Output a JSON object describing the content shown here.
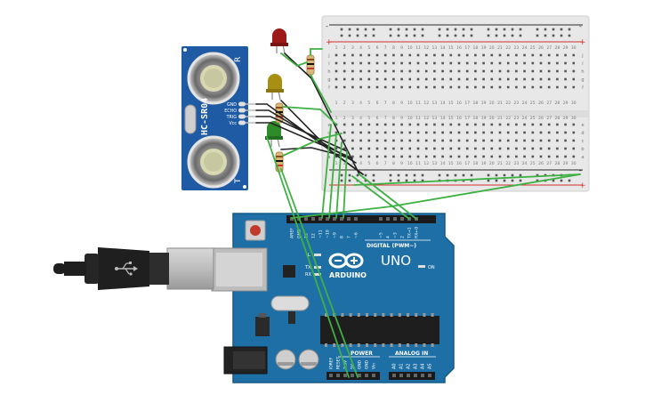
{
  "colors": {
    "board_blue": "#1d6fa6",
    "board_dark": "#165a88",
    "sensor_blue": "#1e5ba4",
    "breadboard": "#e9e9e9",
    "rail_red": "#d0312d",
    "wire_green": "#3eb143",
    "wire_black": "#222222",
    "led_red": "#9c1a17",
    "led_yellow": "#a88f14",
    "led_green": "#2e8b2a"
  },
  "sensor": {
    "model": "HC-SR04",
    "pins": [
      "GND",
      "ECHO",
      "TRIG",
      "Vcc"
    ]
  },
  "arduino": {
    "brand": "ARDUINO",
    "model": "UNO",
    "digital_label": "DIGITAL (PWM~)",
    "power_label": "POWER",
    "analog_label": "ANALOG IN",
    "on_label": "ON",
    "tx_label": "TX",
    "rx_label": "RX",
    "l_label": "L",
    "top_pins": [
      "AREF",
      "GND",
      "13",
      "12",
      "~11",
      "~10",
      "~9",
      "8",
      "7",
      "~6",
      "~5",
      "4",
      "~3",
      "2",
      "TX→1",
      "RX←0"
    ],
    "power_pins": [
      "IOREF",
      "RESET",
      "3.3V",
      "5V",
      "GND",
      "GND",
      "Vin"
    ],
    "analog_pins": [
      "A0",
      "A1",
      "A2",
      "A3",
      "A4",
      "A5"
    ]
  },
  "breadboard": {
    "plus": "+",
    "minus": "-",
    "row_letters_top": [
      "j",
      "i",
      "h",
      "g",
      "f"
    ],
    "row_letters_bottom": [
      "e",
      "d",
      "c",
      "b",
      "a"
    ],
    "column_numbers": [
      "1",
      "2",
      "3",
      "4",
      "5",
      "6",
      "7",
      "8",
      "9",
      "10",
      "11",
      "12",
      "13",
      "14",
      "15",
      "16",
      "17",
      "18",
      "19",
      "20",
      "21",
      "22",
      "23",
      "24",
      "25",
      "26",
      "27",
      "28",
      "29",
      "30"
    ]
  },
  "leds": [
    {
      "name": "red-led",
      "color": "#9c1a17"
    },
    {
      "name": "yellow-led",
      "color": "#a88f14"
    },
    {
      "name": "green-led",
      "color": "#2e8b2a"
    }
  ],
  "usb_icon": "usb-icon"
}
